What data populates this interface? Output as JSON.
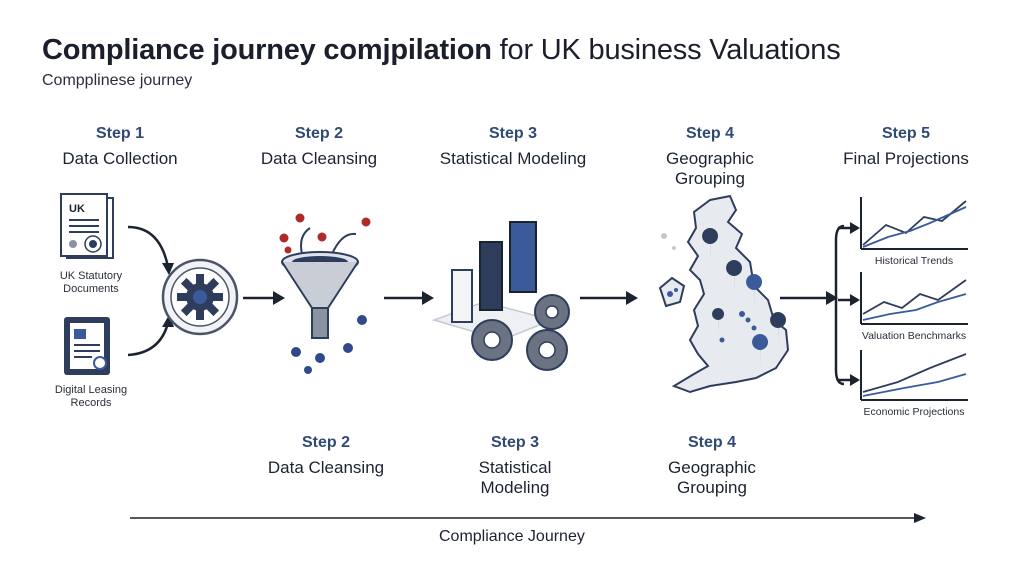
{
  "header": {
    "title_bold": "Compliance journey comjpilation",
    "title_rest": " for UK business Valuations",
    "subtitle": "Compplinese journey"
  },
  "steps_top": [
    {
      "num": "Step 1",
      "name": "Data Collection"
    },
    {
      "num": "Step 2",
      "name": "Data Cleansing"
    },
    {
      "num": "Step 3",
      "name": "Statistical Modeling"
    },
    {
      "num": "Step 4",
      "name": "Geographic Grouping"
    },
    {
      "num": "Step 5",
      "name": "Final Projections"
    }
  ],
  "steps_bottom": [
    {
      "num": "Step 2",
      "name": "Data Cleansing"
    },
    {
      "num": "Step 3",
      "name": "Statistical Modeling"
    },
    {
      "num": "Step 4",
      "name": "Geographic Grouping"
    }
  ],
  "sources": [
    {
      "doc_tag": "UK",
      "label_line1": "UK Statutory",
      "label_line2": "Documents"
    },
    {
      "label_line1": "Digital Leasing",
      "label_line2": "Records"
    }
  ],
  "projection_charts": [
    {
      "caption": "Historical Trends"
    },
    {
      "caption": "Valuation Benchmarks"
    },
    {
      "caption": "Economic Projections"
    }
  ],
  "journey": {
    "label": "Compliance Journey"
  },
  "colors": {
    "navy": "#2f3d5c",
    "accent": "#3a5a9a",
    "dark_red": "#b02a2a",
    "light_gray": "#e9ecf0"
  }
}
